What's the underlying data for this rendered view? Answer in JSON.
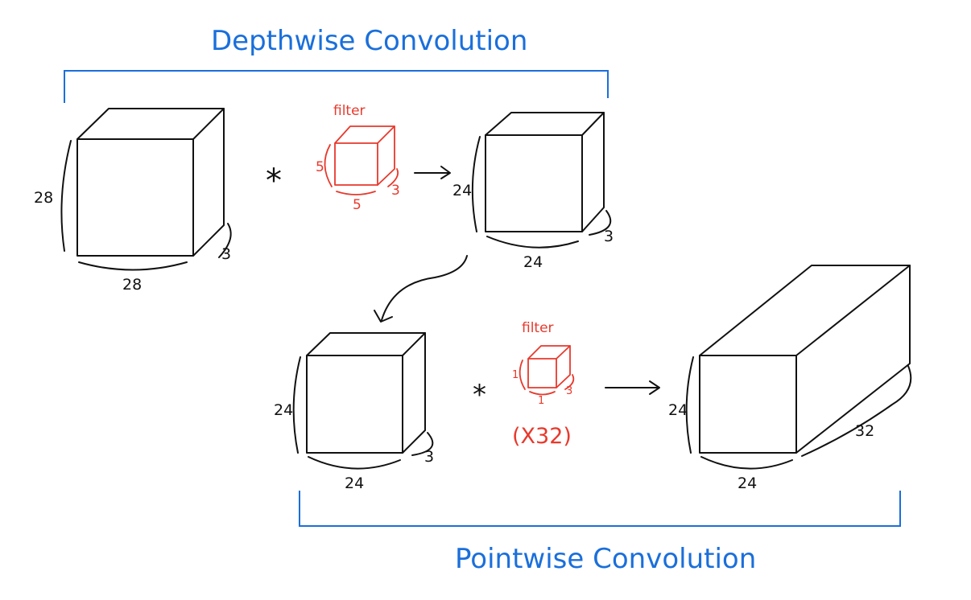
{
  "titles": {
    "depthwise": "Depthwise Convolution",
    "pointwise": "Pointwise Convolution"
  },
  "operators": {
    "convolve": "*"
  },
  "depthwise_input": {
    "height": "28",
    "width": "28",
    "depth": "3"
  },
  "depthwise_filter": {
    "label": "filter",
    "height": "5",
    "width": "5",
    "depth": "3"
  },
  "depthwise_output": {
    "height": "24",
    "width": "24",
    "depth": "3"
  },
  "pointwise_input": {
    "height": "24",
    "width": "24",
    "depth": "3"
  },
  "pointwise_filter": {
    "label": "filter",
    "height": "1",
    "width": "1",
    "depth": "3",
    "count": "(X32)"
  },
  "pointwise_output": {
    "height": "24",
    "width": "24",
    "depth": "32"
  },
  "colors": {
    "ink": "#111111",
    "bracket_blue": "#1a6fdb",
    "title_blue": "#1a6fdb",
    "filter_red": "#e8392c"
  }
}
